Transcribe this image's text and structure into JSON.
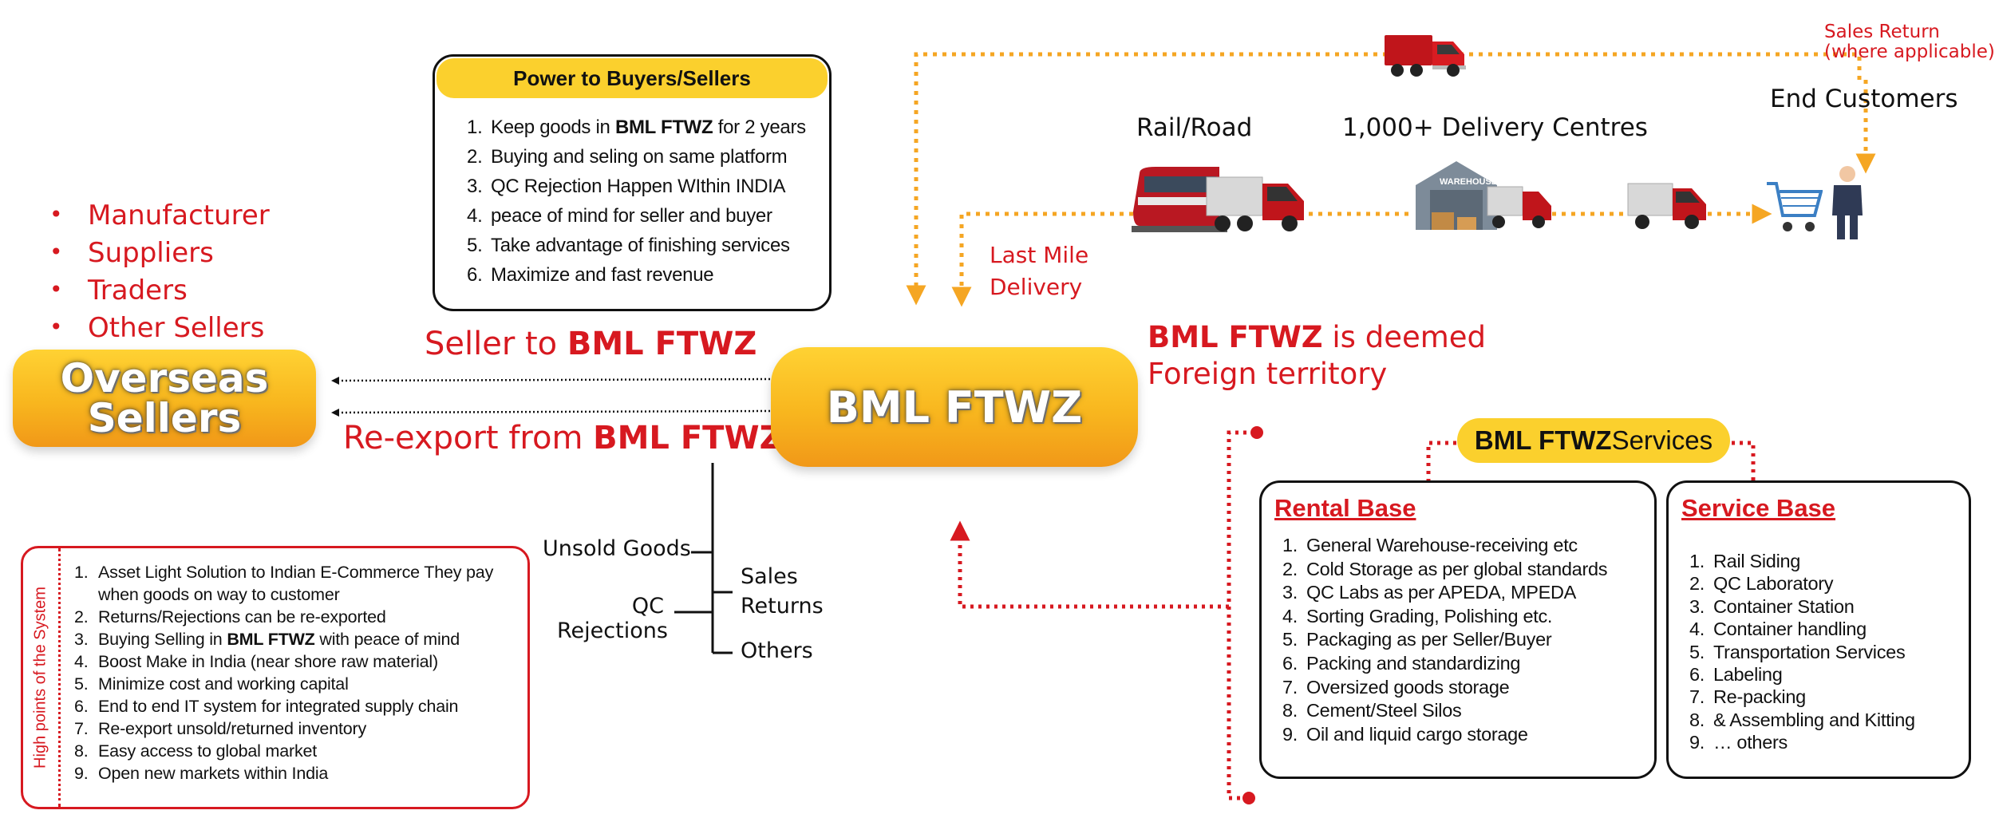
{
  "sellers_list": [
    "Manufacturer",
    "Suppliers",
    "Traders",
    "Other Sellers"
  ],
  "overseas_sellers": {
    "line1": "Overseas",
    "line2": "Sellers"
  },
  "hub": {
    "label": "BML FTWZ"
  },
  "power_box": {
    "title": "Power to Buyers/Sellers",
    "items": [
      {
        "pre": "Keep goods in ",
        "bold": "BML FTWZ",
        "post": " for 2 years"
      },
      {
        "pre": "Buying and seling on same platform",
        "bold": "",
        "post": ""
      },
      {
        "pre": "QC Rejection Happen WIthin INDIA",
        "bold": "",
        "post": ""
      },
      {
        "pre": "peace of mind for seller and buyer",
        "bold": "",
        "post": ""
      },
      {
        "pre": "Take advantage of finishing services",
        "bold": "",
        "post": ""
      },
      {
        "pre": "Maximize and fast revenue",
        "bold": "",
        "post": ""
      }
    ]
  },
  "flows": {
    "seller_to": {
      "pre": "Seller to ",
      "bold": "BML FTWZ"
    },
    "reexport": {
      "pre": "Re-export from ",
      "bold": "BML FTWZ"
    }
  },
  "deemed": {
    "bold": "BML FTWZ",
    "rest1": " is deemed",
    "line2": "Foreign territory"
  },
  "logistics": {
    "rail_road": "Rail/Road",
    "delivery_centres": "1,000+ Delivery Centres",
    "end_customers": "End Customers",
    "sales_return_1": "Sales Return",
    "sales_return_2": "(where applicable)",
    "last_mile_1": "Last Mile",
    "last_mile_2": "Delivery",
    "warehouse_sign": "WAREHOUSE"
  },
  "tree": {
    "unsold": "Unsold Goods",
    "qc_1": "QC",
    "qc_2": "Rejections",
    "sales_1": "Sales",
    "sales_2": "Returns",
    "others": "Others"
  },
  "high_points": {
    "side_label": "High points of the System",
    "items": [
      {
        "pre": "Asset Light Solution to Indian E-Commerce They pay when goods on way to customer",
        "bold": "",
        "post": ""
      },
      {
        "pre": "Returns/Rejections can be re-exported",
        "bold": "",
        "post": ""
      },
      {
        "pre": "Buying Selling in ",
        "bold": "BML FTWZ",
        "post": " with peace of mind"
      },
      {
        "pre": "Boost Make in India (near shore raw material)",
        "bold": "",
        "post": ""
      },
      {
        "pre": "Minimize cost and working capital",
        "bold": "",
        "post": ""
      },
      {
        "pre": "End to end IT system for integrated supply chain",
        "bold": "",
        "post": ""
      },
      {
        "pre": "Re-export unsold/returned inventory",
        "bold": "",
        "post": ""
      },
      {
        "pre": "Easy access to global market",
        "bold": "",
        "post": ""
      },
      {
        "pre": "Open new markets within India",
        "bold": "",
        "post": ""
      }
    ]
  },
  "services": {
    "badge_bold": "BML FTWZ",
    "badge_rest": " Services",
    "rental": {
      "title": "Rental Base",
      "items": [
        "General Warehouse-receiving etc",
        "Cold Storage as per global standards",
        "QC Labs as per APEDA, MPEDA",
        "Sorting Grading, Polishing etc.",
        "Packaging as per Seller/Buyer",
        "Packing and standardizing",
        "Oversized goods storage",
        "Cement/Steel Silos",
        "Oil and liquid cargo storage"
      ]
    },
    "service": {
      "title": "Service Base",
      "items": [
        "Rail Siding",
        "QC Laboratory",
        "Container Station",
        "Container handling",
        "Transportation Services",
        "Labeling",
        "Re-packing",
        "& Assembling and Kitting",
        "… others"
      ]
    }
  },
  "colors": {
    "red": "#d71920",
    "yellow": "#fbc02d",
    "orange": "#f5a623",
    "truck_red": "#c0151b"
  }
}
